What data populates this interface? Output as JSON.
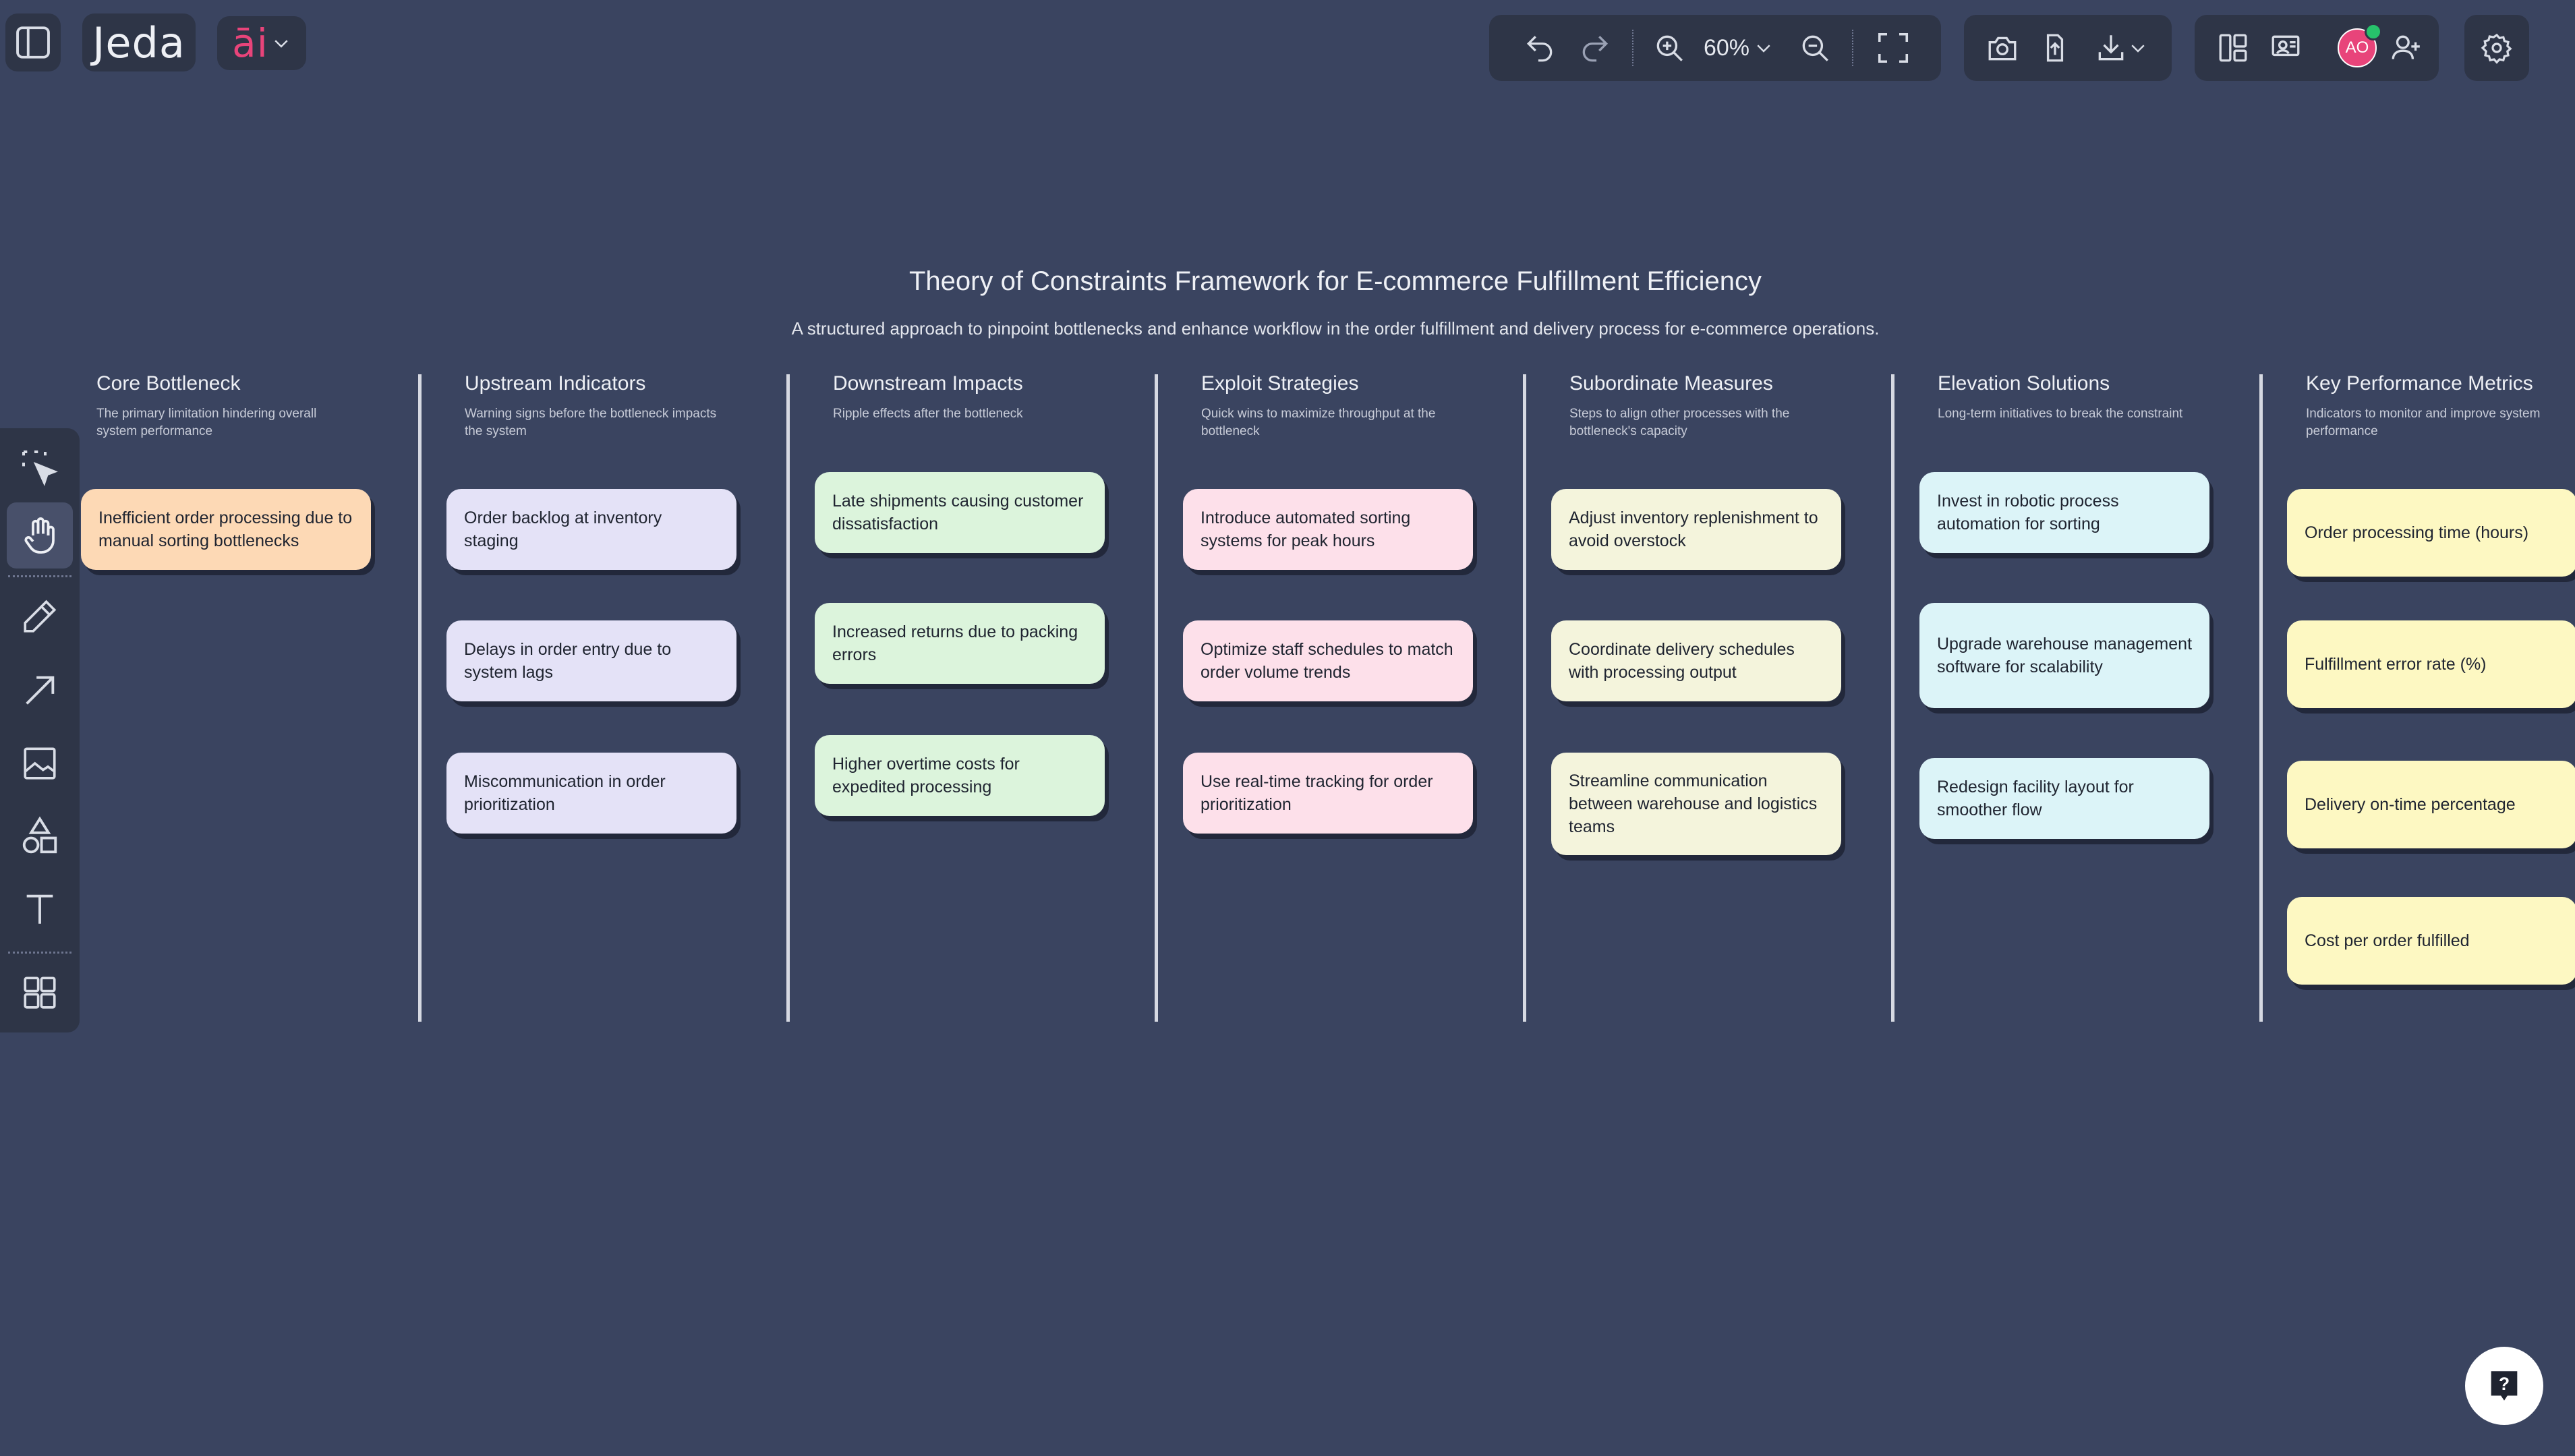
{
  "app": {
    "logo_text": "Jeda",
    "logo_accent": "āi",
    "zoom_label": "60%",
    "avatar_initials": "AO"
  },
  "icons": {
    "sidebar": "sidebar-toggle-icon",
    "undo": "undo-icon",
    "redo": "redo-icon",
    "zoom_in": "zoom-in-icon",
    "zoom_out": "zoom-out-icon",
    "fit": "fit-screen-icon",
    "camera": "camera-icon",
    "upload": "upload-icon",
    "download": "download-icon",
    "layout": "layout-icon",
    "present": "present-icon",
    "add_user": "add-user-icon",
    "settings": "gear-icon",
    "help": "help-icon"
  },
  "colors": {
    "background": "#3a4460",
    "accent": "#e8447a",
    "orange": "#fdd9b5",
    "lavender": "#e4e2f7",
    "green": "#dcf4dc",
    "pink": "#fde0ea",
    "cream": "#f4f4dc",
    "cyan": "#dcf4f8",
    "yellow": "#fdf8c2"
  },
  "board": {
    "title": "Theory of Constraints Framework for E-commerce Fulfillment Efficiency",
    "subtitle": "A structured approach to pinpoint bottlenecks and enhance workflow in the order fulfillment and delivery process for e-commerce operations.",
    "columns": [
      {
        "heading": "Core Bottleneck",
        "description": "The primary limitation hindering overall system performance",
        "cards": [
          "Inefficient order processing due to manual sorting bottlenecks"
        ]
      },
      {
        "heading": "Upstream Indicators",
        "description": "Warning signs before the bottleneck impacts the system",
        "cards": [
          "Order backlog at inventory staging",
          "Delays in order entry due to system lags",
          "Miscommunication in order prioritization"
        ]
      },
      {
        "heading": "Downstream Impacts",
        "description": "Ripple effects after the bottleneck",
        "cards": [
          "Late shipments causing customer dissatisfaction",
          "Increased returns due to packing errors",
          "Higher overtime costs for expedited processing"
        ]
      },
      {
        "heading": "Exploit Strategies",
        "description": "Quick wins to maximize throughput at the bottleneck",
        "cards": [
          "Introduce automated sorting systems for peak hours",
          "Optimize staff schedules to match order volume trends",
          "Use real-time tracking for order prioritization"
        ]
      },
      {
        "heading": "Subordinate Measures",
        "description": "Steps to align other processes with the bottleneck's capacity",
        "cards": [
          "Adjust inventory replenishment to avoid overstock",
          "Coordinate delivery schedules with processing output",
          "Streamline communication between warehouse and logistics teams"
        ]
      },
      {
        "heading": "Elevation Solutions",
        "description": "Long-term initiatives to break the constraint",
        "cards": [
          "Invest in robotic process automation for sorting",
          "Upgrade warehouse management software for scalability",
          "Redesign facility layout for smoother flow"
        ]
      },
      {
        "heading": "Key Performance Metrics",
        "description": "Indicators to monitor and improve system performance",
        "cards": [
          "Order processing time (hours)",
          "Fulfillment error rate (%)",
          "Delivery on-time percentage",
          "Cost per order fulfilled"
        ]
      }
    ]
  }
}
